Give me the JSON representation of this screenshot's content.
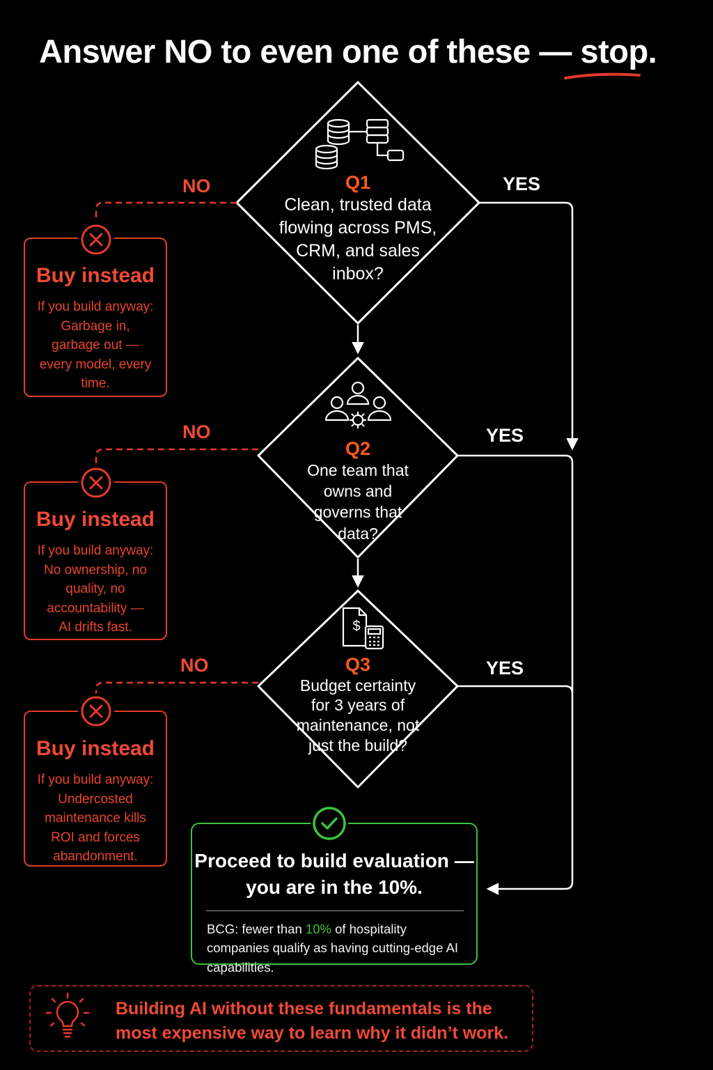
{
  "title": {
    "main": "Answer NO to even one of these — ",
    "emphasis": "stop."
  },
  "questions": [
    {
      "label": "Q1",
      "text": "Clean, trusted data flowing across PMS, CRM, and sales inbox?",
      "icon": "database-network-icon",
      "no_label": "NO",
      "yes_label": "YES"
    },
    {
      "label": "Q2",
      "text": "One team that owns and governs that data?",
      "icon": "team-gear-icon",
      "no_label": "NO",
      "yes_label": "YES"
    },
    {
      "label": "Q3",
      "text": "Budget certainty for 3 years of maintenance, not just the build?",
      "icon": "budget-calculator-icon",
      "no_label": "NO",
      "yes_label": "YES"
    }
  ],
  "buy_boxes": [
    {
      "title": "Buy instead",
      "lead": "If you build anyway:",
      "body": "Garbage in, garbage out — every model, every time.",
      "icon": "x-circle-icon"
    },
    {
      "title": "Buy instead",
      "lead": "If you build anyway:",
      "body": "No ownership, no quality, no accountability — AI drifts fast.",
      "icon": "x-circle-icon"
    },
    {
      "title": "Buy instead",
      "lead": "If you build anyway:",
      "body": "Undercosted maintenance kills ROI and forces abandonment.",
      "icon": "x-circle-icon"
    }
  ],
  "proceed": {
    "title": "Proceed to build evaluation — you are in the 10%.",
    "note_before": "BCG: fewer than ",
    "note_highlight": "10%",
    "note_after": " of hospitality companies qualify as having cutting-edge AI capabilities.",
    "icon": "check-circle-icon"
  },
  "footer": {
    "text": "Building AI without these fundamentals is the most expensive way to learn why it didn’t work.",
    "icon": "lightbulb-icon"
  },
  "colors": {
    "accent_red": "#e53a2a",
    "accent_orange": "#ff5a1f",
    "accent_green": "#3cc23c",
    "background": "#000000"
  }
}
